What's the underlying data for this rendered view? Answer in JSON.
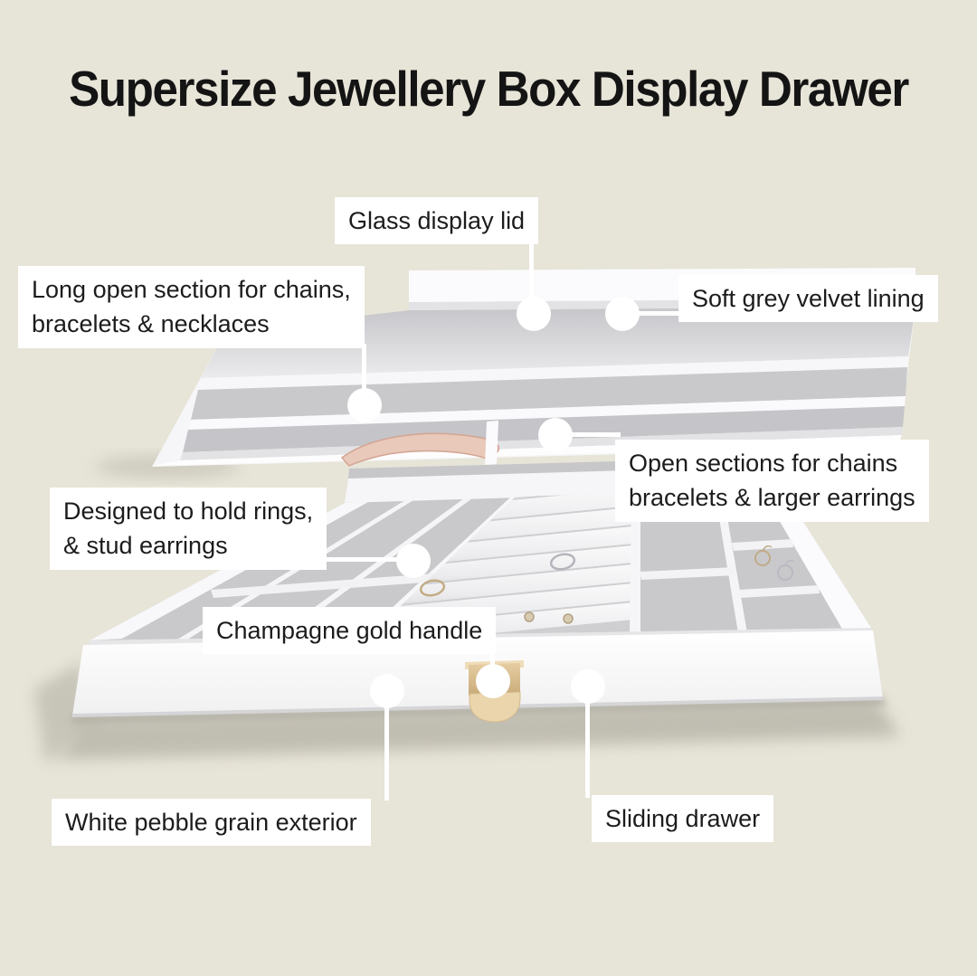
{
  "title": "Supersize Jewellery Box Display Drawer",
  "colors": {
    "background": "#e7e4d8",
    "label_background": "#ffffff",
    "label_text": "#1c1c1c",
    "velvet_grey": "#c9c9cc",
    "box_white": "#fbfbfc",
    "handle_gold": "#d9bd92",
    "handle_peach": "#ead5ac"
  },
  "callouts": [
    {
      "id": "glass-lid",
      "label": "Glass display lid"
    },
    {
      "id": "long-open-section",
      "label": "Long open section for chains,\nbracelets & necklaces"
    },
    {
      "id": "soft-grey-velvet",
      "label": "Soft grey velvet lining"
    },
    {
      "id": "open-sections",
      "label": "Open sections for chains\nbracelets & larger earrings"
    },
    {
      "id": "designed-rings",
      "label": "Designed to hold rings,\n& stud earrings"
    },
    {
      "id": "champagne-handle",
      "label": "Champagne gold handle"
    },
    {
      "id": "white-pebble",
      "label": "White pebble grain exterior"
    },
    {
      "id": "sliding-drawer",
      "label": "Sliding drawer"
    }
  ],
  "product": {
    "name": "Supersize jewellery box with glass display lid and sliding drawer"
  }
}
